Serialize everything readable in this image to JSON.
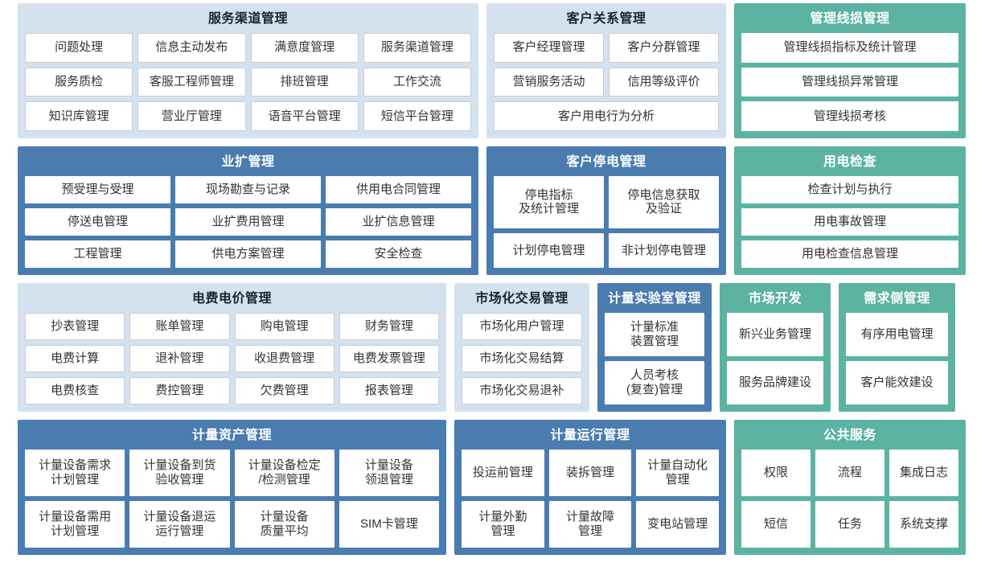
{
  "colors": {
    "light_blue": "#d4e2f0",
    "dark_blue": "#4a7cb0",
    "teal": "#5cb3a2",
    "tile_bg": "#ffffff",
    "tile_text": "#333333"
  },
  "panels": {
    "service_channel": {
      "title": "服务渠道管理",
      "theme": "blue",
      "rows": [
        [
          "问题处理",
          "信息主动发布",
          "满意度管理",
          "服务渠道管理"
        ],
        [
          "服务质检",
          "客服工程师管理",
          "排班管理",
          "工作交流"
        ],
        [
          "知识库管理",
          "营业厅管理",
          "语音平台管理",
          "短信平台管理"
        ]
      ]
    },
    "customer_relation": {
      "title": "客户关系管理",
      "theme": "blue",
      "rows": [
        [
          "客户经理管理",
          "客户分群管理"
        ],
        [
          "营销服务活动",
          "信用等级评价"
        ],
        [
          "客户用电行为分析"
        ]
      ]
    },
    "line_loss": {
      "title": "管理线损管理",
      "theme": "teal",
      "rows": [
        [
          "管理线损指标及统计管理"
        ],
        [
          "管理线损异常管理"
        ],
        [
          "管理线损考核"
        ]
      ]
    },
    "expansion": {
      "title": "业扩管理",
      "theme": "dark",
      "rows": [
        [
          "预受理与受理",
          "现场勘查与记录",
          "供用电合同管理"
        ],
        [
          "停送电管理",
          "业扩费用管理",
          "业扩信息管理"
        ],
        [
          "工程管理",
          "供电方案管理",
          "安全检查"
        ]
      ]
    },
    "customer_outage": {
      "title": "客户停电管理",
      "theme": "dark",
      "rows": [
        [
          "停电指标\n及统计管理",
          "停电信息获取\n及验证"
        ],
        [
          "计划停电管理",
          "非计划停电管理"
        ]
      ]
    },
    "power_inspection": {
      "title": "用电检查",
      "theme": "teal",
      "rows": [
        [
          "检查计划与执行"
        ],
        [
          "用电事故管理"
        ],
        [
          "用电检查信息管理"
        ]
      ]
    },
    "tariff": {
      "title": "电费电价管理",
      "theme": "blue",
      "rows": [
        [
          "抄表管理",
          "账单管理",
          "购电管理",
          "财务管理"
        ],
        [
          "电费计算",
          "退补管理",
          "收退费管理",
          "电费发票管理"
        ],
        [
          "电费核查",
          "费控管理",
          "欠费管理",
          "报表管理"
        ]
      ]
    },
    "market_trade": {
      "title": "市场化交易管理",
      "theme": "blue",
      "rows": [
        [
          "市场化用户管理"
        ],
        [
          "市场化交易结算"
        ],
        [
          "市场化交易退补"
        ]
      ]
    },
    "metering_lab": {
      "title": "计量实验室管理",
      "theme": "dark",
      "rows": [
        [
          "计量标准\n装置管理"
        ],
        [
          "人员考核\n(复查)管理"
        ]
      ]
    },
    "market_dev": {
      "title": "市场开发",
      "theme": "teal",
      "rows": [
        [
          "新兴业务管理"
        ],
        [
          "服务品牌建设"
        ]
      ]
    },
    "demand_side": {
      "title": "需求侧管理",
      "theme": "teal",
      "rows": [
        [
          "有序用电管理"
        ],
        [
          "客户能效建设"
        ]
      ]
    },
    "metering_asset": {
      "title": "计量资产管理",
      "theme": "dark",
      "rows": [
        [
          "计量设备需求\n计划管理",
          "计量设备到货\n验收管理",
          "计量设备检定\n/检测管理",
          "计量设备\n领退管理"
        ],
        [
          "计量设备需用\n计划管理",
          "计量设备退运\n运行管理",
          "计量设备\n质量平均",
          "SIM卡管理"
        ]
      ]
    },
    "metering_run": {
      "title": "计量运行管理",
      "theme": "dark",
      "rows": [
        [
          "投运前管理",
          "装拆管理",
          "计量自动化\n管理"
        ],
        [
          "计量外勤\n管理",
          "计量故障\n管理",
          "变电站管理"
        ]
      ]
    },
    "public_service": {
      "title": "公共服务",
      "theme": "teal",
      "rows": [
        [
          "权限",
          "流程",
          "集成日志"
        ],
        [
          "短信",
          "任务",
          "系统支撑"
        ]
      ]
    }
  }
}
